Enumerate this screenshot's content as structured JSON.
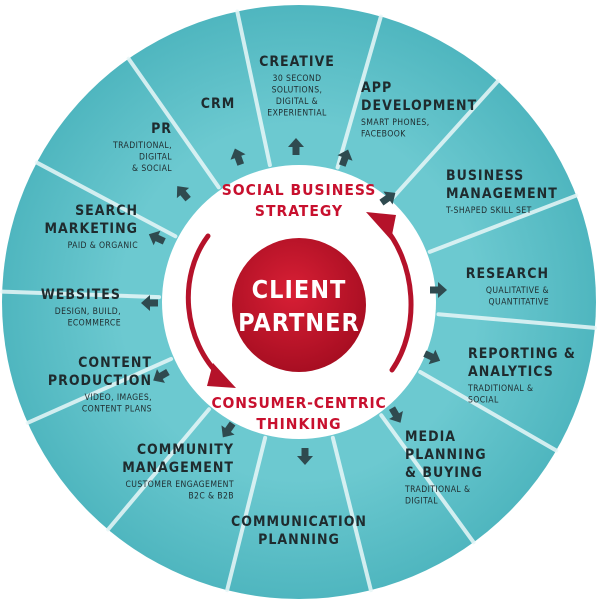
{
  "colors": {
    "ring": "#5bc1c9",
    "ring_dark": "#3ea9b2",
    "divider": "#e8f7f8",
    "arrow": "#2f4a4f",
    "text": "#1f2b2e",
    "red": "#c8102e",
    "red_dark": "#8f0d1f",
    "white": "#ffffff"
  },
  "center": {
    "title_line1": "CLIENT",
    "title_line2": "PARTNER",
    "top_line1": "SOCIAL BUSINESS",
    "top_line2": "STRATEGY",
    "bottom_line1": "CONSUMER-CENTRIC",
    "bottom_line2": "THINKING"
  },
  "segments": [
    {
      "id": "creative",
      "icon": "arrow-icon",
      "title": [
        "CREATIVE"
      ],
      "sub": [
        "30 SECOND",
        "SOLUTIONS,",
        "DIGITAL &",
        "EXPERIENTIAL"
      ]
    },
    {
      "id": "app-development",
      "icon": "arrow-icon",
      "title": [
        "APP",
        "DEVELOPMENT"
      ],
      "sub": [
        "SMART PHONES,",
        "FACEBOOK"
      ]
    },
    {
      "id": "business-management",
      "icon": "arrow-icon",
      "title": [
        "BUSINESS",
        "MANAGEMENT"
      ],
      "sub": [
        "T-SHAPED SKILL SET"
      ]
    },
    {
      "id": "research",
      "icon": "arrow-icon",
      "title": [
        "RESEARCH"
      ],
      "sub": [
        "QUALITATIVE &",
        "QUANTITATIVE"
      ]
    },
    {
      "id": "reporting-analytics",
      "icon": "arrow-icon",
      "title": [
        "REPORTING &",
        "ANALYTICS"
      ],
      "sub": [
        "TRADITIONAL &",
        "SOCIAL"
      ]
    },
    {
      "id": "media-planning",
      "icon": "arrow-icon",
      "title": [
        "MEDIA",
        "PLANNING",
        "& BUYING"
      ],
      "sub": [
        "TRADITIONAL &",
        "DIGITAL"
      ]
    },
    {
      "id": "communication-planning",
      "icon": "arrow-icon",
      "title": [
        "COMMUNICATION",
        "PLANNING"
      ],
      "sub": []
    },
    {
      "id": "community-management",
      "icon": "arrow-icon",
      "title": [
        "COMMUNITY",
        "MANAGEMENT"
      ],
      "sub": [
        "CUSTOMER ENGAGEMENT",
        "B2C & B2B"
      ]
    },
    {
      "id": "content-production",
      "icon": "arrow-icon",
      "title": [
        "CONTENT",
        "PRODUCTION"
      ],
      "sub": [
        "VIDEO, IMAGES,",
        "CONTENT PLANS"
      ]
    },
    {
      "id": "websites",
      "icon": "arrow-icon",
      "title": [
        "WEBSITES"
      ],
      "sub": [
        "DESIGN, BUILD,",
        "ECOMMERCE"
      ]
    },
    {
      "id": "search-marketing",
      "icon": "arrow-icon",
      "title": [
        "SEARCH",
        "MARKETING"
      ],
      "sub": [
        "PAID & ORGANIC"
      ]
    },
    {
      "id": "pr",
      "icon": "arrow-icon",
      "title": [
        "PR"
      ],
      "sub": [
        "TRADITIONAL,",
        "DIGITAL",
        "& SOCIAL"
      ]
    },
    {
      "id": "crm",
      "icon": "arrow-icon",
      "title": [
        "CRM"
      ],
      "sub": []
    }
  ]
}
